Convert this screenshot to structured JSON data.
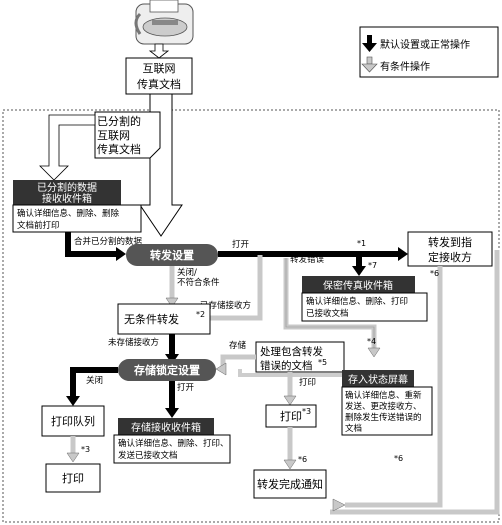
{
  "legend": {
    "default": "默认设置或正常操作",
    "conditional": "有条件操作"
  },
  "nodes": {
    "internet_fax_line1": "互联网",
    "internet_fax_line2": "传真文档",
    "split_line1": "已分割的",
    "split_line2": "互联网",
    "split_line3": "传真文档",
    "split_box_title1": "已分割的数据",
    "split_box_title2": "接收收件箱",
    "split_box_desc1": "确认详细信息、删除、删除",
    "split_box_desc2": "文档前打印",
    "merge_label": "合并已分割的数据",
    "forward_setting": "转发设置",
    "on_label_1": "打开",
    "forward_error": "转发错误",
    "off_not_match_1": "关闭/",
    "off_not_match_2": "不符合条件",
    "star1": "*1",
    "star7": "*7",
    "forward_dest_1": "转发到指",
    "forward_dest_2": "定接收方",
    "confidential_title": "保密传真收件箱",
    "confidential_desc1": "确认详细信息、删除、打印",
    "confidential_desc2": "已接收文档",
    "forwarded_to_label": "已存储接收方",
    "star6_a": "*6",
    "unconditional": "无条件转发",
    "star2": "*2",
    "not_stored_label": "未存储接收方",
    "store_label": "存储",
    "handle_error_1": "处理包含转发",
    "handle_error_2": "错误的文档",
    "star5": "*5",
    "star4": "*4",
    "storage_lock": "存储锁定设置",
    "off_label": "关闭",
    "on_label_2": "打开",
    "on_label_3": "打印",
    "into_status_screen": "存入状态屏幕",
    "status_desc1": "确认详细信息、重新",
    "status_desc2": "发送、更改接收方、",
    "status_desc3": "删除发生传送错误的",
    "status_desc4": "文档",
    "print_queue": "打印队列",
    "star3_a": "*3",
    "print_a": "打印",
    "print_b": "打印",
    "star3_b": "*3",
    "storage_inbox_title": "存储接收收件箱",
    "storage_desc1": "确认详细信息、删除、打印、",
    "storage_desc2": "发送已接收文档",
    "star6_b": "*6",
    "star6_c": "*6",
    "forward_complete": "转发完成通知"
  },
  "icons": {
    "fax": "fax-machine-icon",
    "black_arrow": "black-arrow-icon",
    "gray_arrow": "gray-arrow-icon"
  },
  "colors": {
    "dark_box": "#333333",
    "header_pill": "#555555",
    "gray_arrow": "#c8c8c8",
    "line": "#000000"
  }
}
